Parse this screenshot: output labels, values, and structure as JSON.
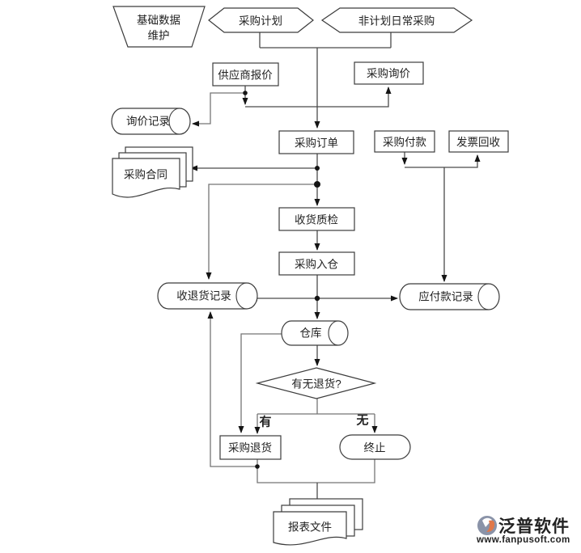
{
  "flowchart": {
    "nodes": {
      "base_data": {
        "line1": "基础数据",
        "line2": "维护",
        "type": "manual-operation"
      },
      "purchase_plan": {
        "label": "采购计划",
        "type": "preparation"
      },
      "unplanned_purchase": {
        "label": "非计划日常采购",
        "type": "preparation"
      },
      "supplier_quote": {
        "label": "供应商报价",
        "type": "process"
      },
      "purchase_inquiry": {
        "label": "采购询价",
        "type": "process"
      },
      "inquiry_record": {
        "label": "询价记录",
        "type": "direct-data"
      },
      "purchase_order": {
        "label": "采购订单",
        "type": "process"
      },
      "purchase_payment": {
        "label": "采购付款",
        "type": "process"
      },
      "invoice_recovery": {
        "label": "发票回收",
        "type": "process"
      },
      "purchase_contract": {
        "label": "采购合同",
        "type": "multi-document"
      },
      "receiving_qc": {
        "label": "收货质检",
        "type": "process"
      },
      "purchase_warehousing": {
        "label": "采购入仓",
        "type": "process"
      },
      "receive_return_record": {
        "label": "收退货记录",
        "type": "direct-data"
      },
      "payable_record": {
        "label": "应付款记录",
        "type": "direct-data"
      },
      "warehouse": {
        "label": "仓库",
        "type": "direct-data"
      },
      "return_decision": {
        "label": "有无退货?",
        "type": "decision"
      },
      "purchase_return": {
        "label": "采购退货",
        "type": "process"
      },
      "terminate": {
        "label": "终止",
        "type": "terminator"
      },
      "report_file": {
        "label": "报表文件",
        "type": "multi-document"
      }
    },
    "branch_labels": {
      "yes": "有",
      "no": "无"
    },
    "colors": {
      "manual_op_fill": "#ececec",
      "branch_label": "#3434a6",
      "shape_border": "#3c3c3c",
      "connector": "#4a4a4a"
    }
  },
  "watermark": {
    "brand": "泛普软件",
    "url": "www.fanpusoft.com",
    "brand_color": "#8a93a8",
    "url_color": "#e0784a"
  }
}
